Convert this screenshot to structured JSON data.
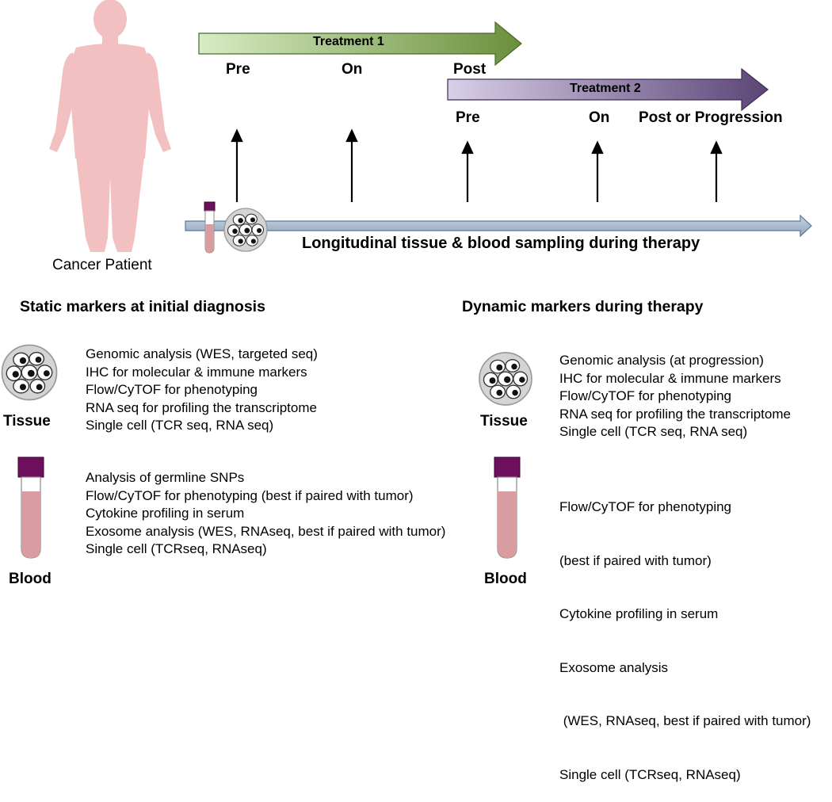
{
  "patient": {
    "label": "Cancer Patient"
  },
  "treatment1": {
    "label": "Treatment 1",
    "phases": [
      "Pre",
      "On",
      "Post"
    ]
  },
  "treatment2": {
    "label": "Treatment 2",
    "phases": [
      "Pre",
      "On",
      "Post or Progression"
    ]
  },
  "timeline": {
    "label": "Longitudinal tissue & blood sampling during therapy"
  },
  "static": {
    "title": "Static markers at initial diagnosis",
    "tissue": {
      "label": "Tissue",
      "lines": [
        "Genomic analysis (WES, targeted seq)",
        "IHC for molecular & immune markers",
        "Flow/CyTOF for phenotyping",
        "RNA seq for profiling the transcriptome",
        "Single cell (TCR seq, RNA seq)"
      ]
    },
    "blood": {
      "label": "Blood",
      "lines": [
        "Analysis of germline SNPs",
        "Flow/CyTOF for phenotyping (best if paired with tumor)",
        "Cytokine profiling in serum",
        "Exosome analysis (WES, RNAseq, best if paired with tumor)",
        "Single cell (TCRseq, RNAseq)"
      ]
    }
  },
  "dynamic": {
    "title": "Dynamic markers during therapy",
    "tissue": {
      "label": "Tissue",
      "lines": [
        "Genomic analysis (at progression)",
        "IHC for molecular & immune markers",
        "Flow/CyTOF for phenotyping",
        "RNA seq for profiling the transcriptome",
        "Single cell (TCR seq, RNA seq)"
      ]
    },
    "blood": {
      "label": "Blood",
      "lines": [
        "Flow/CyTOF for phenotyping",
        "(best if paired with tumor)",
        "Cytokine profiling in serum",
        "Exosome analysis",
        " (WES, RNAseq, best if paired with tumor)",
        "Single cell (TCRseq, RNAseq)"
      ]
    }
  },
  "colors": {
    "body": "#f2c0c0",
    "treatment1_start": "#d8ecc4",
    "treatment1_end": "#6a8f3c",
    "treatment2_start": "#d8cfe8",
    "treatment2_end": "#5b4576",
    "timeline": "#a9bccf",
    "tube_cap": "#6e0f5e",
    "tube_fluid": "#d99ca0"
  }
}
